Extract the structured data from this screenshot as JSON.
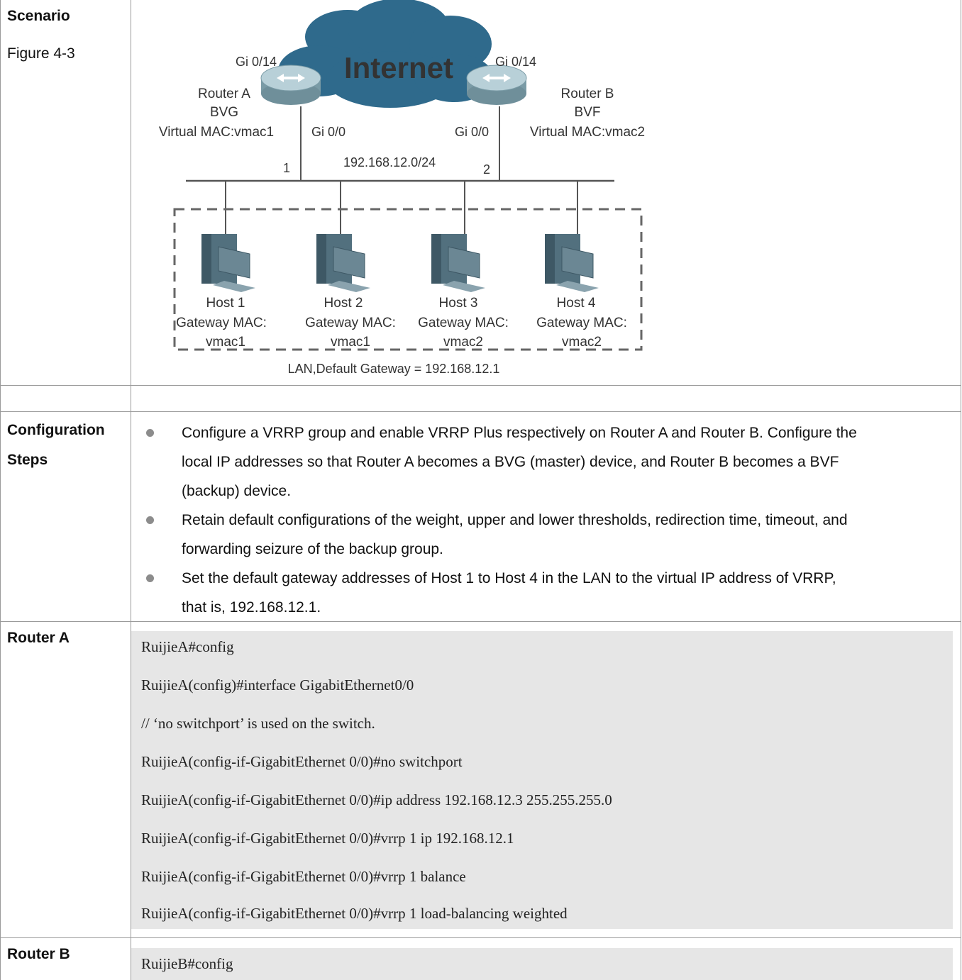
{
  "rows": {
    "scenario": {
      "label": "Scenario",
      "figure_ref": "Figure 4-3"
    },
    "config_steps": {
      "label_line1": "Configuration",
      "label_line2": "Steps",
      "items": [
        {
          "lines": [
            "Configure a VRRP group and enable VRRP Plus respectively on Router A and Router B. Configure the",
            "local IP addresses so that Router A becomes a BVG (master) device, and Router B becomes a BVF",
            "(backup) device."
          ]
        },
        {
          "lines": [
            "Retain default configurations of the weight, upper and lower thresholds, redirection time, timeout, and",
            "forwarding seizure of the backup group."
          ]
        },
        {
          "lines": [
            "Set the default gateway addresses of Host 1 to Host 4 in the LAN to the virtual IP address of VRRP,",
            "that is, 192.168.12.1."
          ]
        }
      ]
    },
    "router_a": {
      "label": "Router A",
      "code": [
        "RuijieA#config",
        "RuijieA(config)#interface GigabitEthernet0/0",
        "// ‘no switchport’ is used on the switch.",
        "RuijieA(config-if-GigabitEthernet 0/0)#no switchport",
        "RuijieA(config-if-GigabitEthernet 0/0)#ip address 192.168.12.3 255.255.255.0",
        "RuijieA(config-if-GigabitEthernet 0/0)#vrrp 1 ip 192.168.12.1",
        "RuijieA(config-if-GigabitEthernet 0/0)#vrrp 1 balance",
        "RuijieA(config-if-GigabitEthernet 0/0)#vrrp 1 load-balancing weighted"
      ]
    },
    "router_b": {
      "label": "Router B",
      "code": [
        "RuijieB#config"
      ]
    }
  },
  "diagram": {
    "cloud_label": "Internet",
    "router_a": {
      "port_top": "Gi 0/14",
      "name": "Router A",
      "role": "BVG",
      "vmac": "Virtual MAC:vmac1",
      "port_bottom": "Gi 0/0",
      "link_num": "1"
    },
    "router_b": {
      "port_top": "Gi 0/14",
      "name": "Router B",
      "role": "BVF",
      "vmac": "Virtual MAC:vmac2",
      "port_bottom": "Gi 0/0",
      "link_num": "2"
    },
    "subnet": "192.168.12.0/24",
    "hosts": [
      {
        "name": "Host 1",
        "gw_label": "Gateway MAC:",
        "gw": "vmac1"
      },
      {
        "name": "Host 2",
        "gw_label": "Gateway MAC:",
        "gw": "vmac1"
      },
      {
        "name": "Host 3",
        "gw_label": "Gateway MAC:",
        "gw": "vmac2"
      },
      {
        "name": "Host 4",
        "gw_label": "Gateway MAC:",
        "gw": "vmac2"
      }
    ],
    "lan_caption": "LAN,Default Gateway = 192.168.12.1",
    "colors": {
      "cloud": "#2f6a8c",
      "router": "#9fbfc9",
      "host": "#52707e"
    }
  }
}
